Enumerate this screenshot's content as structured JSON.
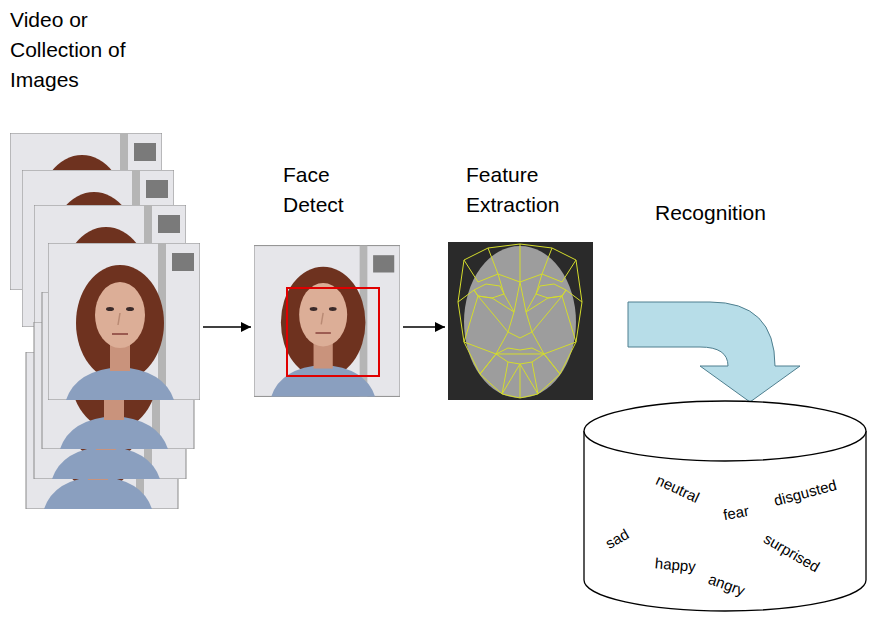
{
  "diagram": {
    "nodes": [
      {
        "text": [
          "Video or Collection of Images"
        ]
      },
      {
        "text": [
          "Face Detect"
        ]
      },
      {
        "text": [
          "Feature Extraction"
        ]
      },
      {
        "text": [
          "neutral",
          "fear",
          "disgusted",
          "sad",
          "happy",
          "angry",
          "surprised"
        ]
      }
    ],
    "edges": [
      {
        "from": 0,
        "to": 1,
        "arrow": "to"
      },
      {
        "from": 1,
        "to": 2,
        "arrow": "to"
      },
      {
        "from": 2,
        "to": 3,
        "arrow": "to",
        "label": "Recognition"
      }
    ]
  }
}
